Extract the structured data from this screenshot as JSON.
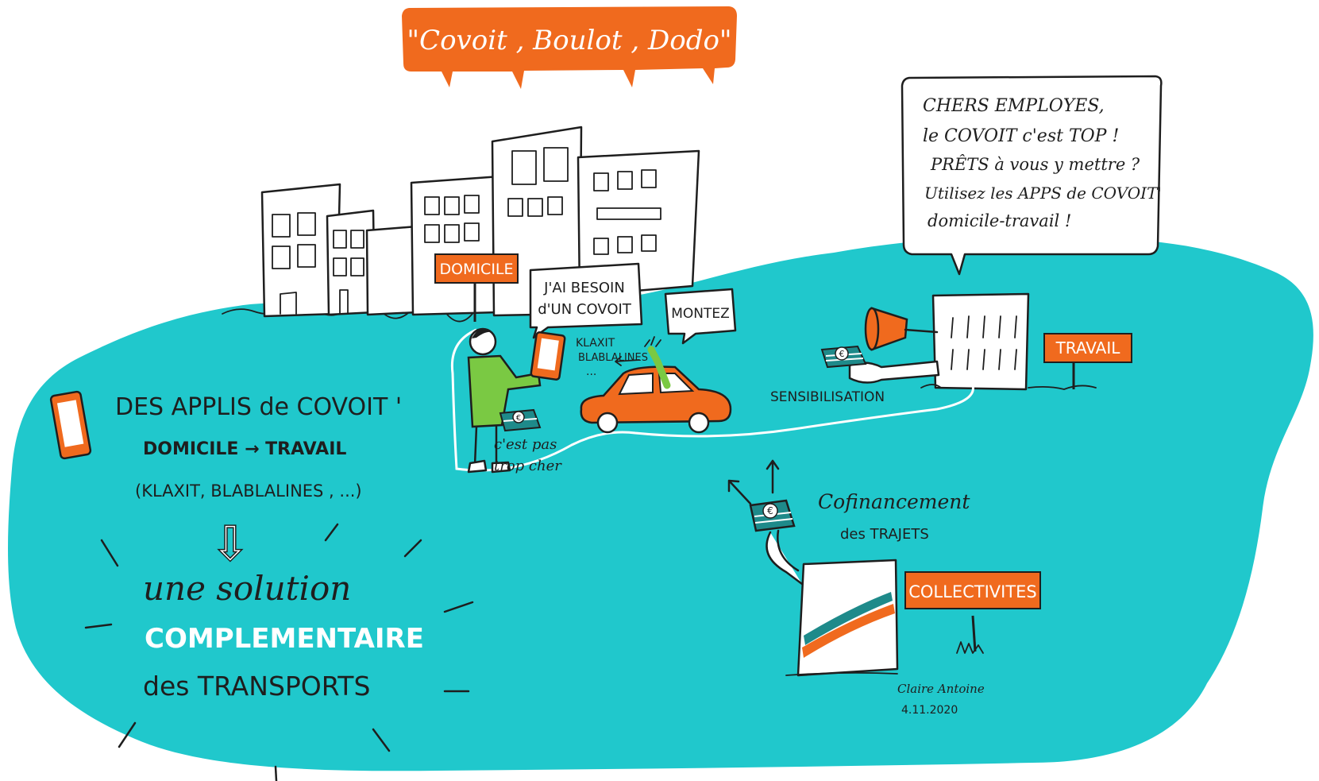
{
  "colors": {
    "teal": "#20c8cc",
    "orange": "#f06a1e",
    "green": "#7ac943",
    "ink": "#1e1e1e",
    "white": "#ffffff"
  },
  "title_banner": "\"Covoit , Boulot , Dodo\"",
  "signs": {
    "domicile": "DOMICILE",
    "travail": "TRAVAIL",
    "collectivites": "COLLECTIVITES"
  },
  "speech": {
    "person": [
      "J'AI BESOIN",
      "d'UN COVOIT"
    ],
    "driver": "MONTEZ",
    "employer": [
      "CHERS EMPLOYES,",
      "le COVOIT c'est TOP !",
      "PRÊTS à vous y mettre ?",
      "Utilisez les APPS de COVOIT'",
      "domicile-travail !"
    ]
  },
  "phone_apps": [
    "KLAXIT",
    "BLABLALINES",
    "..."
  ],
  "price_note": [
    "c'est pas",
    "trop cher"
  ],
  "sensibilisation": "SENSIBILISATION",
  "cofinancement": [
    "Cofinancement",
    "des TRAJETS"
  ],
  "summary": {
    "line1": "DES APPLIS de COVOIT '",
    "line2": "DOMICILE → TRAVAIL",
    "line3": "(KLAXIT, BLABLALINES , ...)",
    "arrow": "⇩",
    "line4": "une solution",
    "line5": "COMPLEMENTAIRE",
    "line6": "des TRANSPORTS"
  },
  "icons": {
    "euro": "€",
    "phone": "phone-icon",
    "car": "car-icon",
    "megaphone": "megaphone-icon",
    "money-stack": "money-stack-icon",
    "arrow": "arrow-icon"
  },
  "signature": [
    "Claire Antoine",
    "4.11.2020"
  ]
}
